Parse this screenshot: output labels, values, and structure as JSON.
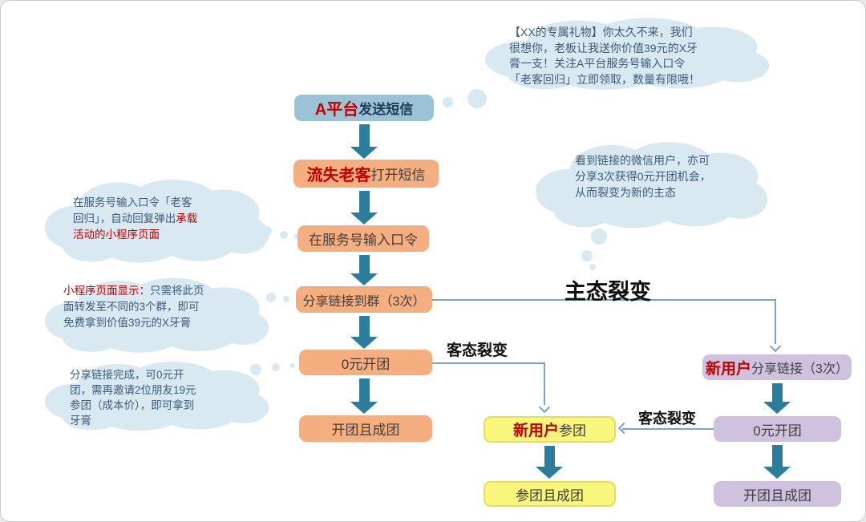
{
  "colors": {
    "platform_box": "#9cc3d5",
    "old_customer_box": "#f5ae7f",
    "new_master_box": "#cfc2de",
    "new_user_box": "#f9f67e",
    "flow_arrow": "#2c7d9c",
    "connector_line": "#78a3d4",
    "highlight_text": "#c00000",
    "cloud_fill": "#d8e9f1"
  },
  "clouds": {
    "sms": "【XX的专属礼物】你太久不来，我们很想你，老板让我送你价值39元的X牙膏一支！关注A平台服务号输入口令「老客回归」立即领取，数量有限哦！",
    "wechat": "看到链接的微信用户，亦可分享3次获得0元开团机会，从而裂变为新的主态",
    "password_plain": "在服务号输入口令「老客回归」，自动回复弹出",
    "password_red": "承载活动的小程序页面",
    "mini_red": "小程序页面显示：",
    "mini_plain": "只需将此页面转发至不同的3个群，即可免费拿到价值39元的X牙膏",
    "invite": "分享链接完成，可0元开团，需再邀请2位朋友19元参团（成本价），即可拿到牙膏"
  },
  "main_flow": {
    "send_sms_highlight": "A平台",
    "send_sms_rest": "发送短信",
    "open_sms_highlight": "流失老客",
    "open_sms_rest": "打开短信",
    "enter_password": "在服务号输入口令",
    "share_link": "分享链接到群（3次）",
    "zero_yuan_group": "0元开团",
    "group_success": "开团且成团"
  },
  "guest_flow": {
    "join_highlight": "新用户",
    "join_rest": "参团",
    "join_success": "参团且成团"
  },
  "new_master_flow": {
    "share_highlight": "新用户",
    "share_rest": "分享链接（3次）",
    "zero_yuan_group": "0元开团",
    "group_success": "开团且成团"
  },
  "labels": {
    "main_fission": "主态裂变",
    "guest_fission_left": "客态裂变",
    "guest_fission_right": "客态裂变"
  }
}
